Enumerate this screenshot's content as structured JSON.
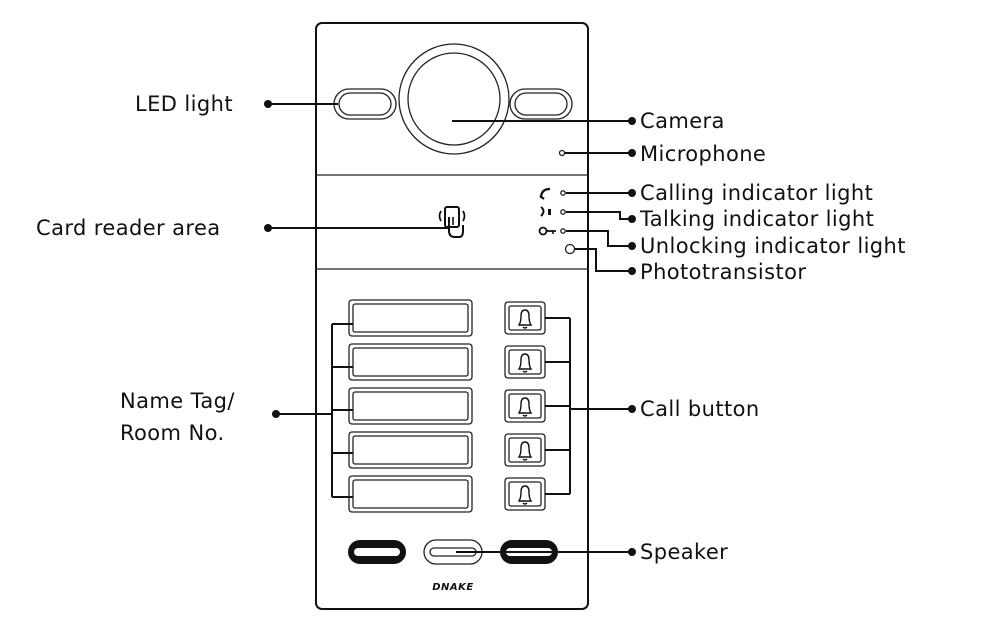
{
  "labels": {
    "led_light": "LED light",
    "card_reader_area": "Card reader area",
    "name_tag_line1": "Name Tag/",
    "name_tag_line2": "Room No.",
    "camera": "Camera",
    "microphone": "Microphone",
    "calling_indicator": "Calling indicator light",
    "talking_indicator": "Talking indicator light",
    "unlocking_indicator": "Unlocking indicator light",
    "phototransistor": "Phototransistor",
    "call_button": "Call button",
    "speaker": "Speaker"
  },
  "brand": "DNAKE",
  "icons": {
    "card_reader": "card-tap-icon",
    "call_button": "bell-icon",
    "calling_indicator": "phone-handset-icon",
    "talking_indicator": "speech-wave-icon",
    "unlocking_indicator": "key-icon"
  },
  "name_tag_count": 5,
  "call_button_count": 5
}
